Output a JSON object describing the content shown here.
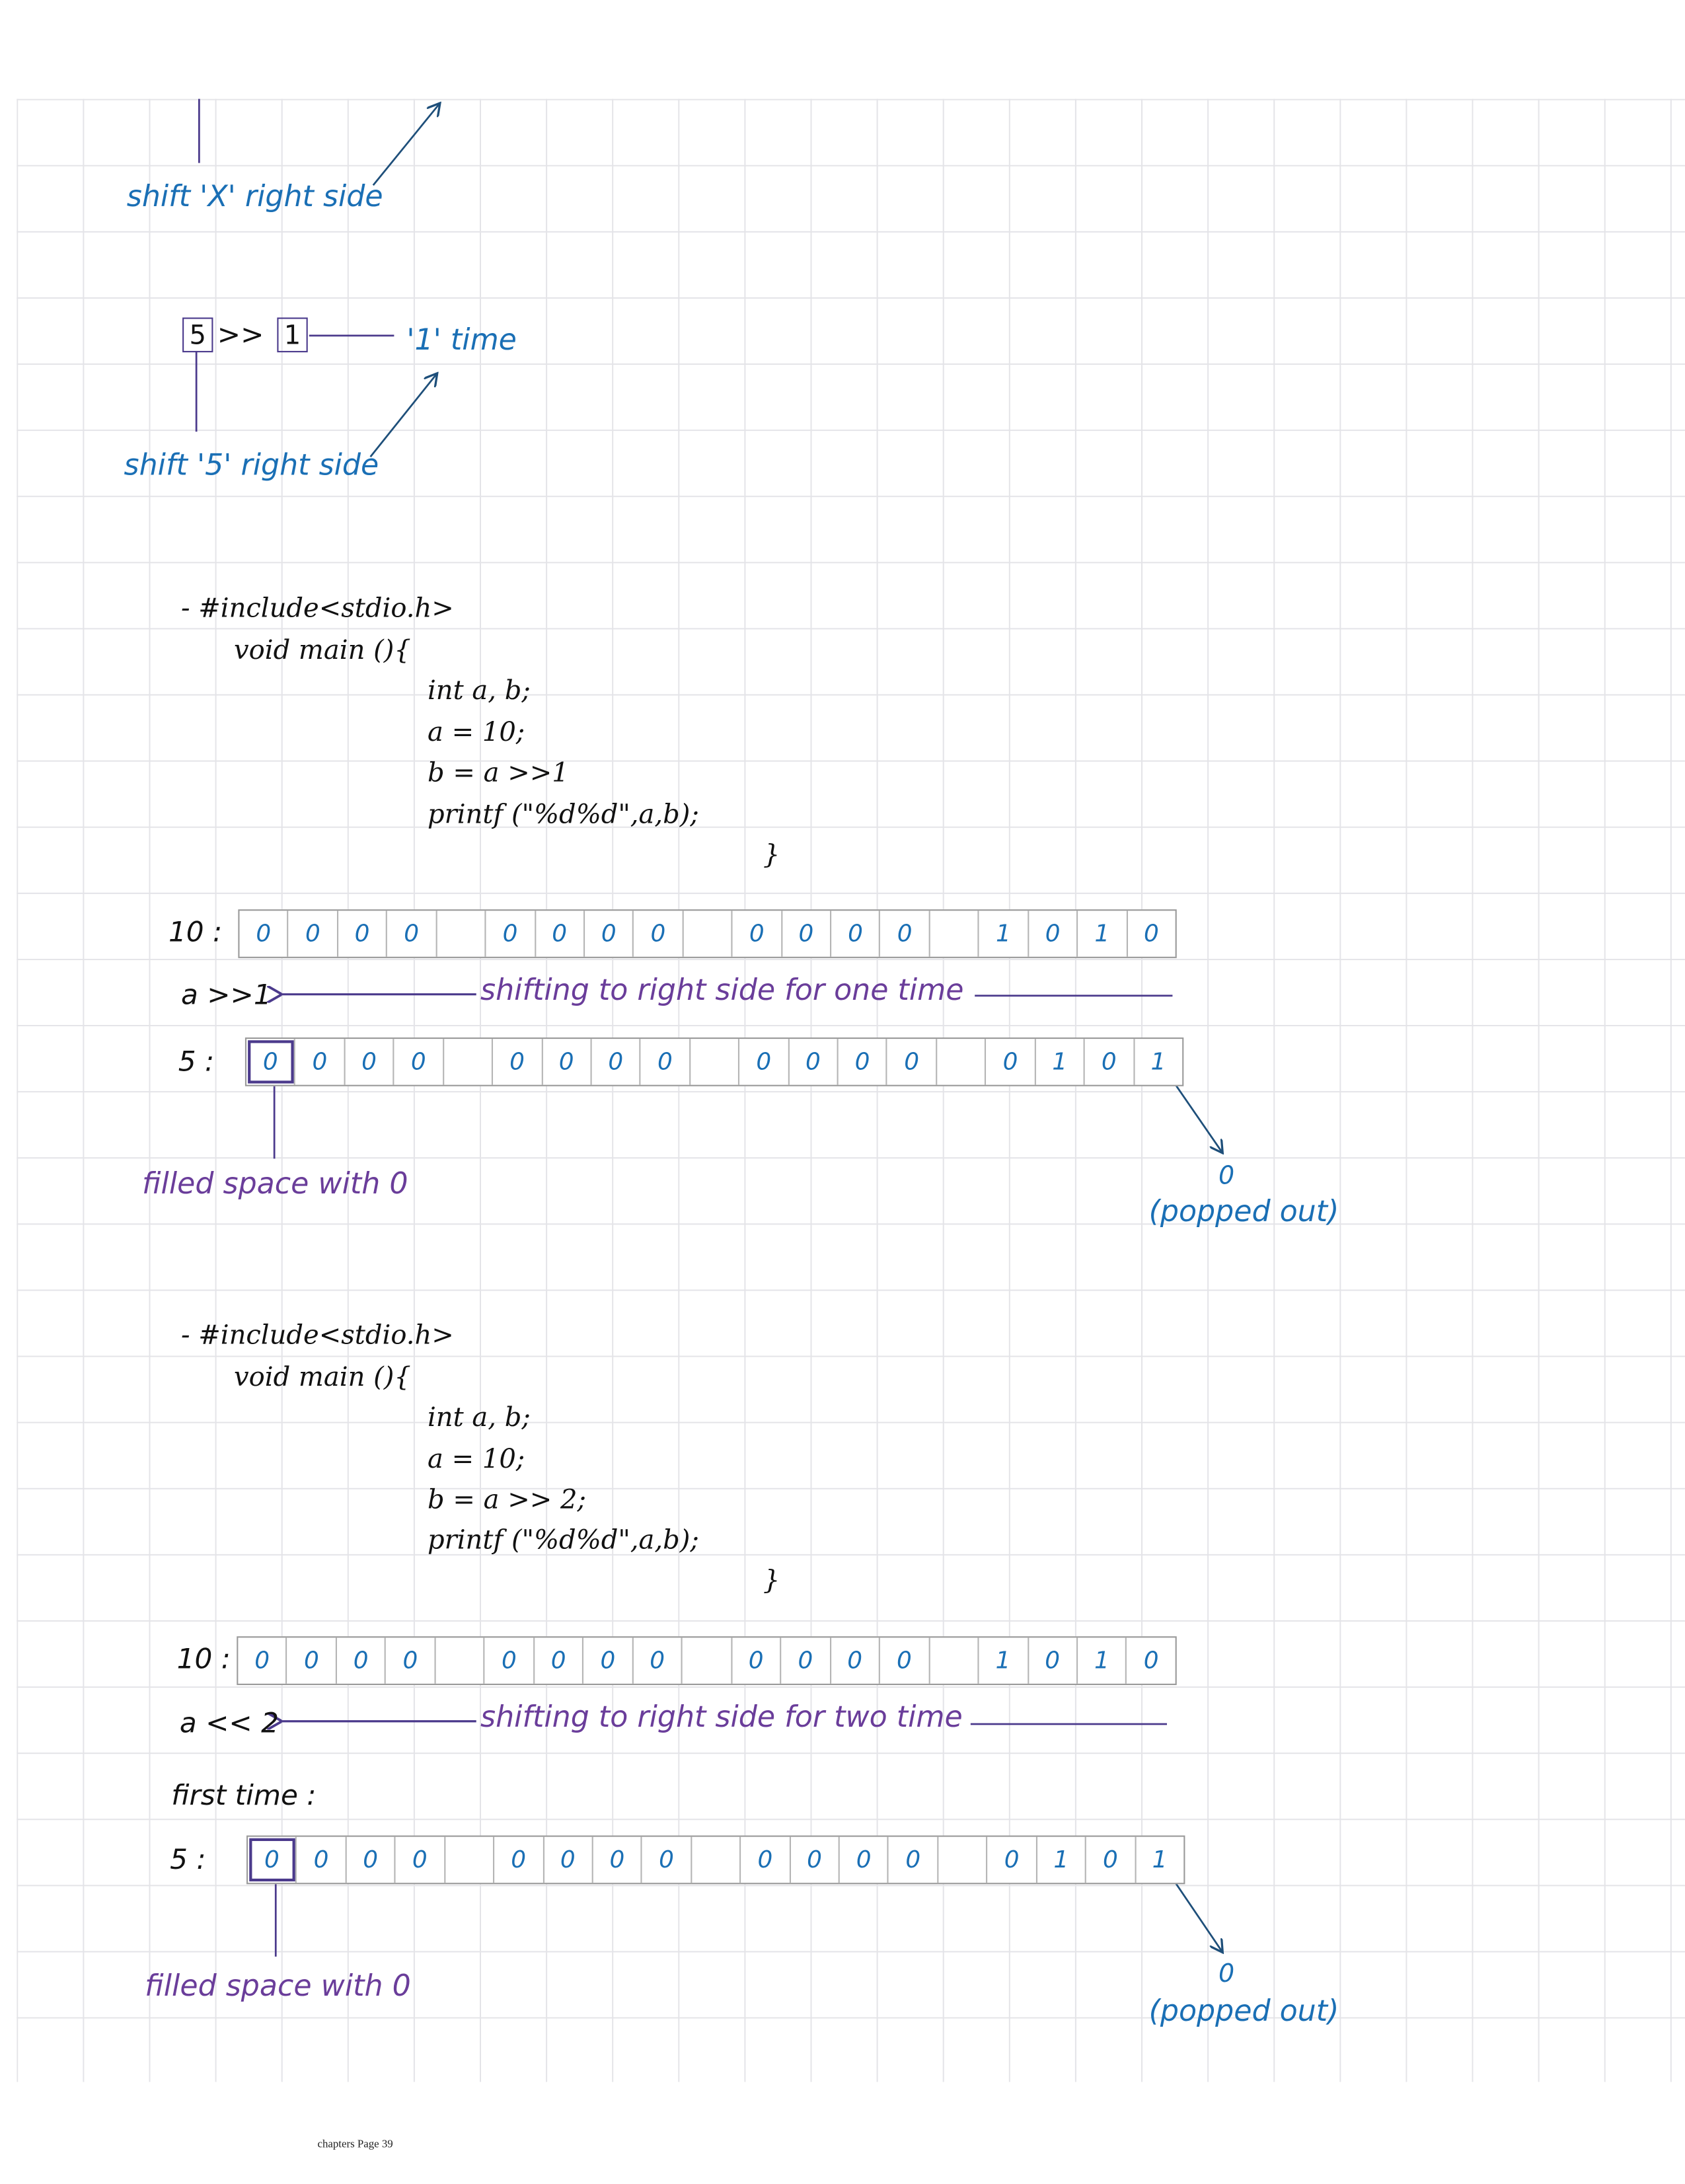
{
  "intro": {
    "shift_x_label": "shift 'X' right side",
    "operand": "5",
    "operator": ">>",
    "count": "1",
    "time_label": "'1' time",
    "shift_5_label": "shift '5' right side"
  },
  "example1": {
    "code": [
      "- #include<stdio.h>",
      "void main (){",
      "int a, b;",
      "a = 10;",
      "b = a >>1",
      "printf (\"%d%d\",a,b);",
      "}"
    ],
    "row_a": {
      "label": "10 :",
      "bits": [
        "0",
        "0",
        "0",
        "0",
        "",
        "0",
        "0",
        "0",
        "0",
        "",
        "0",
        "0",
        "0",
        "0",
        "",
        "1",
        "0",
        "1",
        "0"
      ]
    },
    "op_label": "a >>1",
    "shift_note": "shifting to right side for one time",
    "row_b": {
      "label": "5 :",
      "bits": [
        "0",
        "0",
        "0",
        "0",
        "",
        "0",
        "0",
        "0",
        "0",
        "",
        "0",
        "0",
        "0",
        "0",
        "",
        "0",
        "1",
        "0",
        "1"
      ]
    },
    "filled_note": "filled space with 0",
    "popped_value": "0",
    "popped_note": "(popped out)"
  },
  "example2": {
    "code": [
      "- #include<stdio.h>",
      "void main (){",
      "int a, b;",
      "a = 10;",
      "b = a >> 2;",
      "printf (\"%d%d\",a,b);",
      "}"
    ],
    "row_a": {
      "label": "10 :",
      "bits": [
        "0",
        "0",
        "0",
        "0",
        "",
        "0",
        "0",
        "0",
        "0",
        "",
        "0",
        "0",
        "0",
        "0",
        "",
        "1",
        "0",
        "1",
        "0"
      ]
    },
    "op_label": "a << 2",
    "shift_note": "shifting to right side for two time",
    "step_label": "first time :",
    "row_b": {
      "label": "5 :",
      "bits": [
        "0",
        "0",
        "0",
        "0",
        "",
        "0",
        "0",
        "0",
        "0",
        "",
        "0",
        "0",
        "0",
        "0",
        "",
        "0",
        "1",
        "0",
        "1"
      ]
    },
    "filled_note": "filled space with 0",
    "popped_value": "0",
    "popped_note": "(popped out)"
  },
  "footer": "chapters Page 39",
  "colors": {
    "blue": "#1a6fb5",
    "purple": "#6a3d9a",
    "line": "#4b3a8c"
  }
}
